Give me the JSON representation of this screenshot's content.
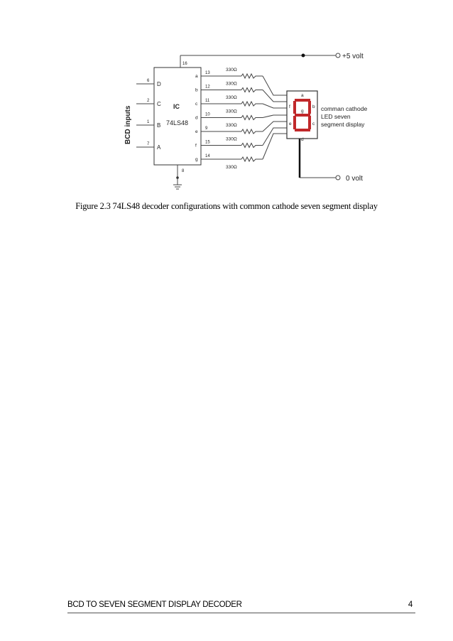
{
  "figure": {
    "ic": {
      "title": "IC",
      "part": "74LS48"
    },
    "bcd_label": "BCD inputs",
    "inputs": [
      {
        "pin": "6",
        "name": "D"
      },
      {
        "pin": "2",
        "name": "C"
      },
      {
        "pin": "1",
        "name": "B"
      },
      {
        "pin": "7",
        "name": "A"
      }
    ],
    "power": {
      "vcc_pin": "16",
      "gnd_pin": "8",
      "vcc_label": "+5 volt",
      "gnd_label": "0 volt"
    },
    "outputs": [
      {
        "name": "a",
        "pin": "13",
        "resistor": "330Ω"
      },
      {
        "name": "b",
        "pin": "12",
        "resistor": "330Ω"
      },
      {
        "name": "c",
        "pin": "11",
        "resistor": "330Ω"
      },
      {
        "name": "d",
        "pin": "10",
        "resistor": "330Ω"
      },
      {
        "name": "e",
        "pin": "9",
        "resistor": "330Ω"
      },
      {
        "name": "f",
        "pin": "15",
        "resistor": "330Ω"
      },
      {
        "name": "g",
        "pin": "14",
        "resistor": "330Ω"
      }
    ],
    "display": {
      "segments": [
        "a",
        "b",
        "c",
        "d",
        "e",
        "f",
        "g"
      ],
      "label_lines": [
        "comman cathode",
        "LED seven",
        "segment display"
      ],
      "segment_color": "#c0282a"
    }
  },
  "caption": "Figure 2.3 74LS48 decoder configurations with common cathode seven segment display",
  "footer": {
    "title": "BCD TO SEVEN SEGMENT DISPLAY DECODER",
    "page": "4"
  }
}
